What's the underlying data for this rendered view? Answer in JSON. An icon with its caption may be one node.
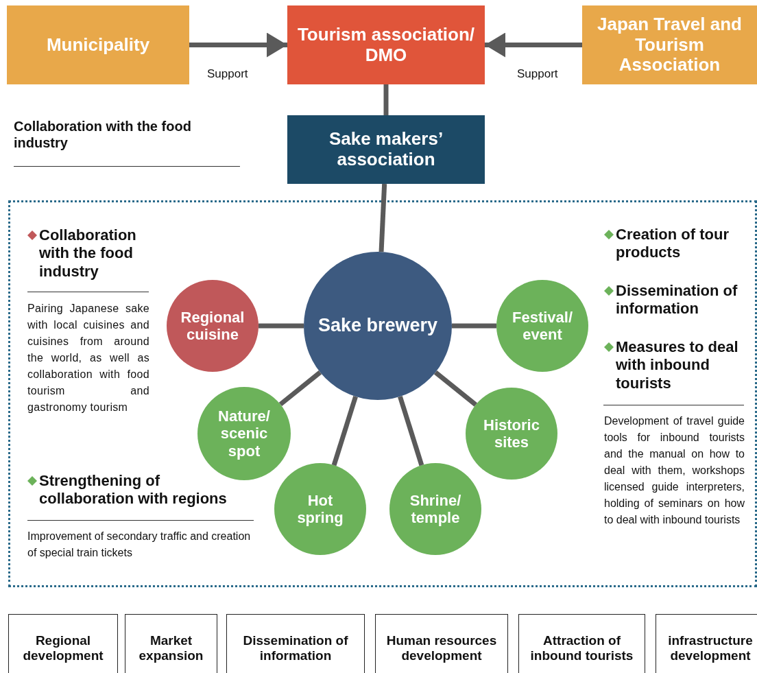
{
  "diagram": {
    "nodes": [
      {
        "text": [
          "Municipality"
        ]
      },
      {
        "text": [
          "Tourism association/ DMO"
        ]
      },
      {
        "text": [
          "Japan Travel and Tourism Association"
        ]
      },
      {
        "text": [
          "Sake makers’ association"
        ]
      },
      {
        "text": [],
        "shape": "box"
      },
      {
        "text": [
          "Sake brewery"
        ],
        "in": 4
      },
      {
        "text": [
          "Regional cuisine"
        ],
        "in": 4
      },
      {
        "text": [
          "Festival/ event"
        ],
        "in": 4
      },
      {
        "text": [
          "Nature/ scenic spot"
        ],
        "in": 4
      },
      {
        "text": [
          "Historic sites"
        ],
        "in": 4
      },
      {
        "text": [
          "Hot spring"
        ],
        "in": 4
      },
      {
        "text": [
          "Shrine/ temple"
        ],
        "in": 4
      },
      {
        "text": [
          "Regional development"
        ]
      },
      {
        "text": [
          "Market expansion"
        ]
      },
      {
        "text": [
          "Dissemination of information"
        ]
      },
      {
        "text": [
          "Human resources development"
        ]
      },
      {
        "text": [
          "Attraction of inbound tourists"
        ]
      },
      {
        "text": [
          "infrastructure development"
        ]
      }
    ],
    "edges": [
      {
        "from": 0,
        "to": 1,
        "arrow": "to",
        "label": "Support"
      },
      {
        "from": 2,
        "to": 1,
        "arrow": "to",
        "label": "Support"
      },
      {
        "from": 1,
        "to": 3,
        "arrow": "none"
      },
      {
        "from": 3,
        "to": 5,
        "arrow": "none"
      },
      {
        "from": 5,
        "to": 6,
        "arrow": "none"
      },
      {
        "from": 5,
        "to": 7,
        "arrow": "none"
      },
      {
        "from": 5,
        "to": 8,
        "arrow": "none"
      },
      {
        "from": 5,
        "to": 9,
        "arrow": "none"
      },
      {
        "from": 5,
        "to": 10,
        "arrow": "none"
      },
      {
        "from": 5,
        "to": 11,
        "arrow": "none"
      }
    ],
    "labels": [
      "Collaboration with the food industry",
      "Collaboration with the food industry",
      "Pairing Japanese sake with local cuisines and cuisines from around the world, as well as collaboration with food tourism and gastronomy tourism",
      "Strengthening of collaboration with regions",
      "Improvement of secondary traffic and creation of special train tickets",
      "Creation of tour products",
      "Dissemination of information",
      "Measures to deal with inbound tourists",
      "Development of travel guide tools for inbound tourists and the manual on how to deal with them, workshops licensed guide interpreters, holding of seminars on how to deal with inbound tourists"
    ]
  }
}
